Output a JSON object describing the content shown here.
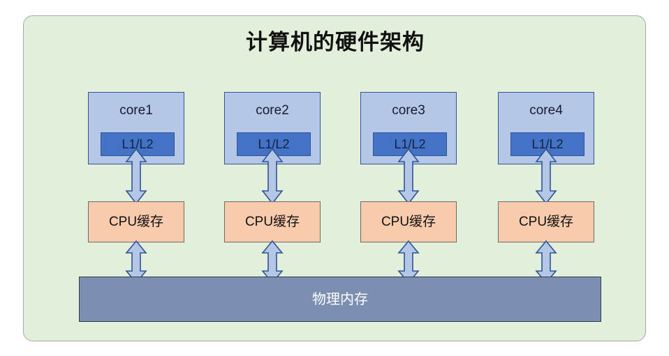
{
  "diagram": {
    "title": "计算机的硬件架构",
    "panel_color": "#e2efda",
    "panel_border_color": "#a6a6a6",
    "cores": [
      {
        "label": "core1",
        "inner_label": "L1/L2"
      },
      {
        "label": "core2",
        "inner_label": "L1/L2"
      },
      {
        "label": "core3",
        "inner_label": "L1/L2"
      },
      {
        "label": "core4",
        "inner_label": "L1/L2"
      }
    ],
    "core_color": "#b4c7e7",
    "core_border_color": "#2e5496",
    "inner_cache_color": "#4472c4",
    "cpu_caches": [
      {
        "label": "CPU缓存"
      },
      {
        "label": "CPU缓存"
      },
      {
        "label": "CPU缓存"
      },
      {
        "label": "CPU缓存"
      }
    ],
    "cpu_cache_color": "#f8cbad",
    "cpu_cache_border_color": "#6b6b6b",
    "memory": {
      "label": "物理内存",
      "fill_color": "#7b8fb0",
      "text_color": "#ffffff"
    },
    "arrows": {
      "kind": "double-headed-vertical",
      "fill_color": "#b4c7e7",
      "stroke_color": "#2e5496",
      "count_core_to_cache": 4,
      "count_cache_to_memory": 4
    }
  }
}
